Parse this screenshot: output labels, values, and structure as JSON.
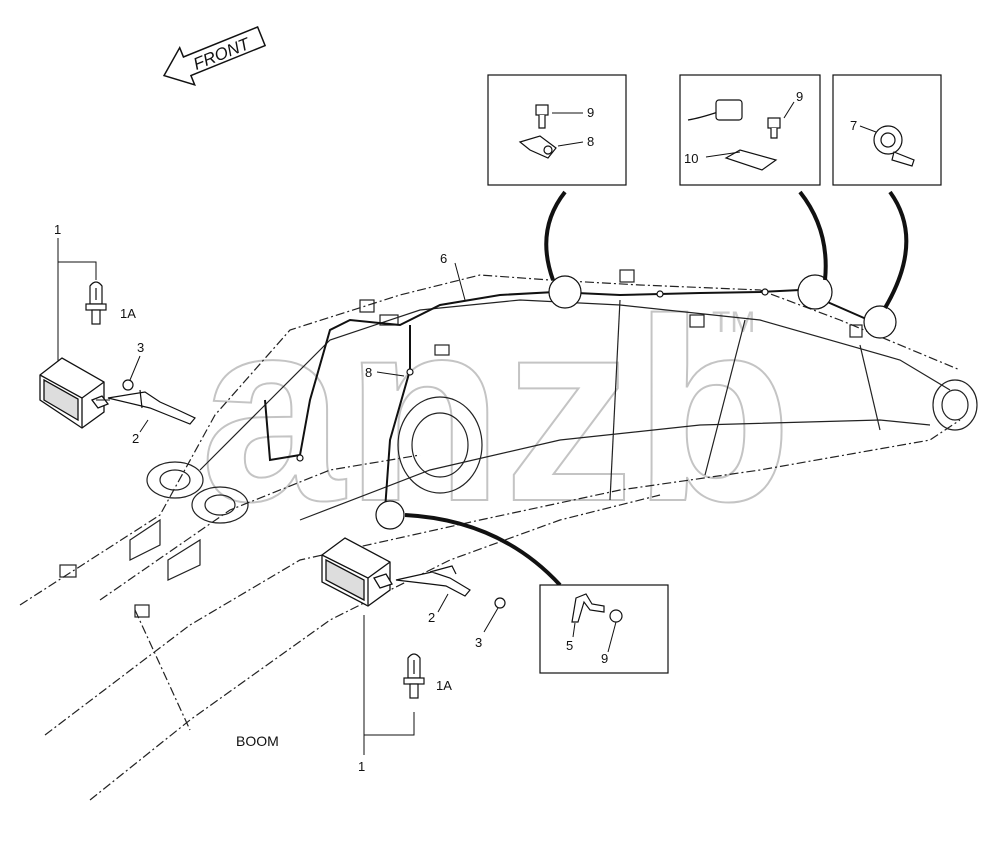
{
  "front_arrow": {
    "label": "FRONT"
  },
  "boom_label": "BOOM",
  "watermark": {
    "text": "anzb",
    "tm": "TM"
  },
  "callouts": {
    "top_left_lamp_group": "1",
    "top_left_bulb": "1A",
    "top_left_bolt": "3",
    "top_left_bracket": "2",
    "harness": "6",
    "harness_clip": "8",
    "bottom_lamp_group": "1",
    "bottom_bulb": "1A",
    "bottom_bracket": "2",
    "bottom_bolt": "3",
    "detail1_bolt": "9",
    "detail1_clip": "8",
    "detail2_bolt": "9",
    "detail2_plate": "10",
    "detail3_clamp": "7",
    "detail4_bracket": "5",
    "detail4_bolt": "9"
  }
}
